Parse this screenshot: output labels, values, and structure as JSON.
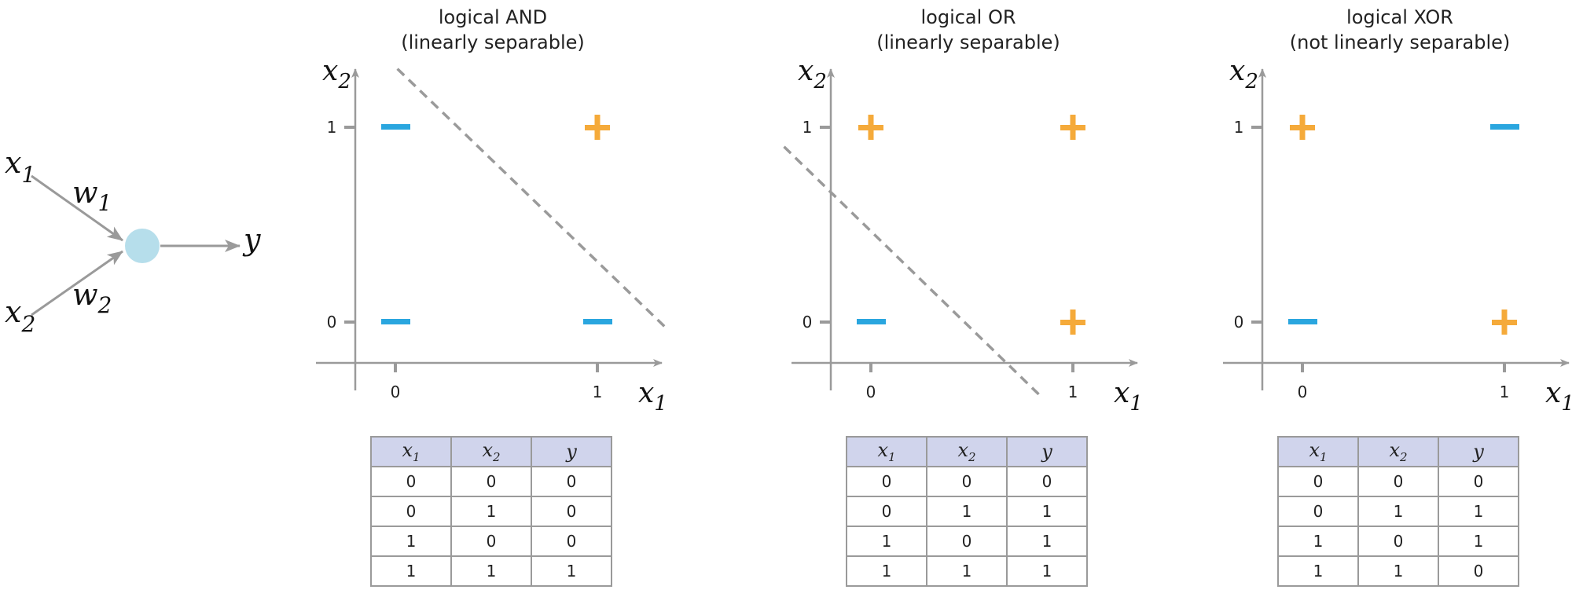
{
  "perceptron": {
    "inputs": [
      {
        "symbol": "x",
        "sub": "1"
      },
      {
        "symbol": "x",
        "sub": "2"
      }
    ],
    "weights": [
      {
        "symbol": "w",
        "sub": "1"
      },
      {
        "symbol": "w",
        "sub": "2"
      }
    ],
    "output": "y",
    "node_color": "#b6deeb"
  },
  "colors": {
    "positive": "#f5aa3a",
    "negative": "#2aa6df",
    "axis": "#9a9a9a",
    "table_header": "#d0d4ec"
  },
  "chart_data": [
    {
      "type": "scatter",
      "title_line1": "logical AND",
      "title_line2": "(linearly separable)",
      "xlabel": {
        "symbol": "x",
        "sub": "1"
      },
      "ylabel": {
        "symbol": "x",
        "sub": "2"
      },
      "xticks": [
        "0",
        "1"
      ],
      "yticks": [
        "0",
        "1"
      ],
      "points": [
        {
          "x": 0,
          "y": 0,
          "label": "-"
        },
        {
          "x": 0,
          "y": 1,
          "label": "-"
        },
        {
          "x": 1,
          "y": 0,
          "label": "-"
        },
        {
          "x": 1,
          "y": 1,
          "label": "+"
        }
      ],
      "decision_boundary": {
        "from": [
          0.01,
          1.3
        ],
        "to": [
          1.35,
          -0.04
        ],
        "style": "dashed"
      },
      "truth_table": {
        "headers": [
          {
            "symbol": "x",
            "sub": "1"
          },
          {
            "symbol": "x",
            "sub": "2"
          },
          {
            "symbol": "y",
            "sub": ""
          }
        ],
        "rows": [
          [
            "0",
            "0",
            "0"
          ],
          [
            "0",
            "1",
            "0"
          ],
          [
            "1",
            "0",
            "0"
          ],
          [
            "1",
            "1",
            "1"
          ]
        ]
      }
    },
    {
      "type": "scatter",
      "title_line1": "logical OR",
      "title_line2": "(linearly separable)",
      "xlabel": {
        "symbol": "x",
        "sub": "1"
      },
      "ylabel": {
        "symbol": "x",
        "sub": "2"
      },
      "xticks": [
        "0",
        "1"
      ],
      "yticks": [
        "0",
        "1"
      ],
      "points": [
        {
          "x": 0,
          "y": 0,
          "label": "-"
        },
        {
          "x": 0,
          "y": 1,
          "label": "+"
        },
        {
          "x": 1,
          "y": 0,
          "label": "+"
        },
        {
          "x": 1,
          "y": 1,
          "label": "+"
        }
      ],
      "decision_boundary": {
        "from": [
          -0.43,
          0.9
        ],
        "to": [
          0.85,
          -0.39
        ],
        "style": "dashed"
      },
      "truth_table": {
        "headers": [
          {
            "symbol": "x",
            "sub": "1"
          },
          {
            "symbol": "x",
            "sub": "2"
          },
          {
            "symbol": "y",
            "sub": ""
          }
        ],
        "rows": [
          [
            "0",
            "0",
            "0"
          ],
          [
            "0",
            "1",
            "1"
          ],
          [
            "1",
            "0",
            "1"
          ],
          [
            "1",
            "1",
            "1"
          ]
        ]
      }
    },
    {
      "type": "scatter",
      "title_line1": "logical XOR",
      "title_line2": "(not linearly separable)",
      "xlabel": {
        "symbol": "x",
        "sub": "1"
      },
      "ylabel": {
        "symbol": "x",
        "sub": "2"
      },
      "xticks": [
        "0",
        "1"
      ],
      "yticks": [
        "0",
        "1"
      ],
      "points": [
        {
          "x": 0,
          "y": 0,
          "label": "-"
        },
        {
          "x": 0,
          "y": 1,
          "label": "+"
        },
        {
          "x": 1,
          "y": 0,
          "label": "+"
        },
        {
          "x": 1,
          "y": 1,
          "label": "-"
        }
      ],
      "decision_boundary": null,
      "truth_table": {
        "headers": [
          {
            "symbol": "x",
            "sub": "1"
          },
          {
            "symbol": "x",
            "sub": "2"
          },
          {
            "symbol": "y",
            "sub": ""
          }
        ],
        "rows": [
          [
            "0",
            "0",
            "0"
          ],
          [
            "0",
            "1",
            "1"
          ],
          [
            "1",
            "0",
            "1"
          ],
          [
            "1",
            "1",
            "0"
          ]
        ]
      }
    }
  ]
}
